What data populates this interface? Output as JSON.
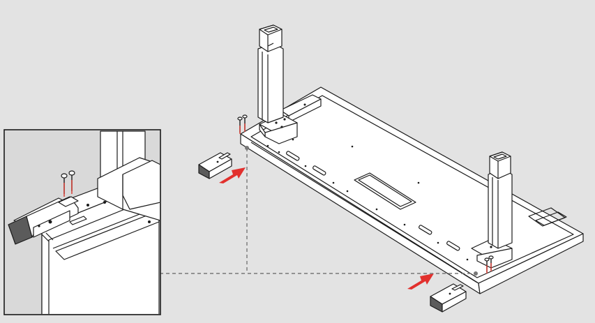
{
  "diagram": {
    "background_color": "#e3e3e3",
    "inset_background_color": "#d9d9d9",
    "line_color": "#1a1a1a",
    "part_fill_color": "#ffffff",
    "bumper_fill_color": "#5b5b5b",
    "arrow_color": "#e2302d",
    "screw_accent_color": "#d9362c",
    "leader_color": "#777777",
    "parts": [
      {
        "id": "desktop-panel",
        "icon": "desk-top-icon"
      },
      {
        "id": "leg-left",
        "icon": "lifting-column-icon"
      },
      {
        "id": "leg-right",
        "icon": "lifting-column-icon"
      },
      {
        "id": "bumper-left",
        "icon": "end-cap-icon"
      },
      {
        "id": "bumper-right",
        "icon": "end-cap-icon"
      },
      {
        "id": "screw-pair-left",
        "icon": "screw-icon",
        "count": 2
      },
      {
        "id": "screw-pair-right",
        "icon": "screw-icon",
        "count": 2
      }
    ],
    "arrows": [
      {
        "id": "insert-arrow-left",
        "icon": "arrow-right-icon"
      },
      {
        "id": "insert-arrow-right",
        "icon": "arrow-right-icon"
      }
    ],
    "inset": {
      "icon": "magnify-detail-icon",
      "shows": "bumper-left"
    }
  }
}
